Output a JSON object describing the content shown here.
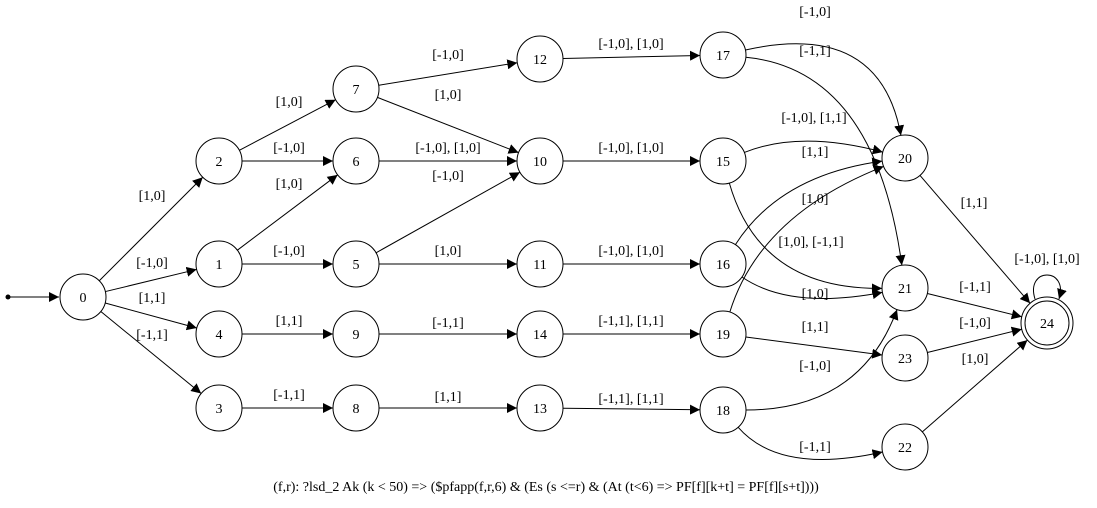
{
  "caption": "(f,r): ?lsd_2 Ak (k < 50) => ($pfapp(f,r,6) & (Es (s <=r) & (At (t<6) => PF[f][k+t] = PF[f][s+t])))",
  "colors": {
    "stroke": "#000000",
    "background": "#ffffff"
  },
  "nodes": [
    {
      "id": "0"
    },
    {
      "id": "1"
    },
    {
      "id": "2"
    },
    {
      "id": "3"
    },
    {
      "id": "4"
    },
    {
      "id": "5"
    },
    {
      "id": "6"
    },
    {
      "id": "7"
    },
    {
      "id": "8"
    },
    {
      "id": "9"
    },
    {
      "id": "10"
    },
    {
      "id": "11"
    },
    {
      "id": "12"
    },
    {
      "id": "13"
    },
    {
      "id": "14"
    },
    {
      "id": "15"
    },
    {
      "id": "16"
    },
    {
      "id": "17"
    },
    {
      "id": "18"
    },
    {
      "id": "19"
    },
    {
      "id": "20"
    },
    {
      "id": "21"
    },
    {
      "id": "22"
    },
    {
      "id": "23"
    },
    {
      "id": "24",
      "accepting": true
    }
  ],
  "edges": [
    {
      "from": "0",
      "to": "2",
      "label": "[1,0]"
    },
    {
      "from": "0",
      "to": "1",
      "label": "[-1,0]"
    },
    {
      "from": "0",
      "to": "4",
      "label": "[1,1]"
    },
    {
      "from": "0",
      "to": "3",
      "label": "[-1,1]"
    },
    {
      "from": "2",
      "to": "7",
      "label": "[1,0]"
    },
    {
      "from": "2",
      "to": "6",
      "label": "[-1,0]"
    },
    {
      "from": "1",
      "to": "6",
      "label": "[1,0]"
    },
    {
      "from": "1",
      "to": "5",
      "label": "[-1,0]"
    },
    {
      "from": "4",
      "to": "9",
      "label": "[1,1]"
    },
    {
      "from": "3",
      "to": "8",
      "label": "[-1,1]"
    },
    {
      "from": "7",
      "to": "12",
      "label": "[-1,0]"
    },
    {
      "from": "7",
      "to": "10",
      "label": "[1,0]"
    },
    {
      "from": "6",
      "to": "10",
      "label": "[-1,0], [1,0]"
    },
    {
      "from": "5",
      "to": "10",
      "label": "[-1,0]"
    },
    {
      "from": "5",
      "to": "11",
      "label": "[1,0]"
    },
    {
      "from": "9",
      "to": "14",
      "label": "[-1,1]"
    },
    {
      "from": "8",
      "to": "13",
      "label": "[1,1]"
    },
    {
      "from": "12",
      "to": "17",
      "label": "[-1,0], [1,0]"
    },
    {
      "from": "10",
      "to": "15",
      "label": "[-1,0], [1,0]"
    },
    {
      "from": "11",
      "to": "16",
      "label": "[-1,0], [1,0]"
    },
    {
      "from": "14",
      "to": "19",
      "label": "[-1,1], [1,1]"
    },
    {
      "from": "13",
      "to": "18",
      "label": "[-1,1], [1,1]"
    },
    {
      "from": "17",
      "to": "20",
      "label": "[-1,0]"
    },
    {
      "from": "17",
      "to": "21",
      "label": "[-1,1]"
    },
    {
      "from": "15",
      "to": "20",
      "label": "[-1,0], [1,1]"
    },
    {
      "from": "15",
      "to": "21",
      "label": "[1,0], [-1,1]"
    },
    {
      "from": "16",
      "to": "20",
      "label": "[1,1]"
    },
    {
      "from": "16",
      "to": "21",
      "label": "[1,0]"
    },
    {
      "from": "19",
      "to": "20",
      "label": "[1,0]"
    },
    {
      "from": "19",
      "to": "23",
      "label": "[1,1]"
    },
    {
      "from": "18",
      "to": "21",
      "label": "[-1,0]"
    },
    {
      "from": "18",
      "to": "22",
      "label": "[-1,1]"
    },
    {
      "from": "20",
      "to": "24",
      "label": "[1,1]"
    },
    {
      "from": "21",
      "to": "24",
      "label": "[-1,1]"
    },
    {
      "from": "23",
      "to": "24",
      "label": "[-1,0]"
    },
    {
      "from": "22",
      "to": "24",
      "label": "[1,0]"
    },
    {
      "from": "24",
      "to": "24",
      "label": "[-1,0], [1,0]"
    }
  ]
}
